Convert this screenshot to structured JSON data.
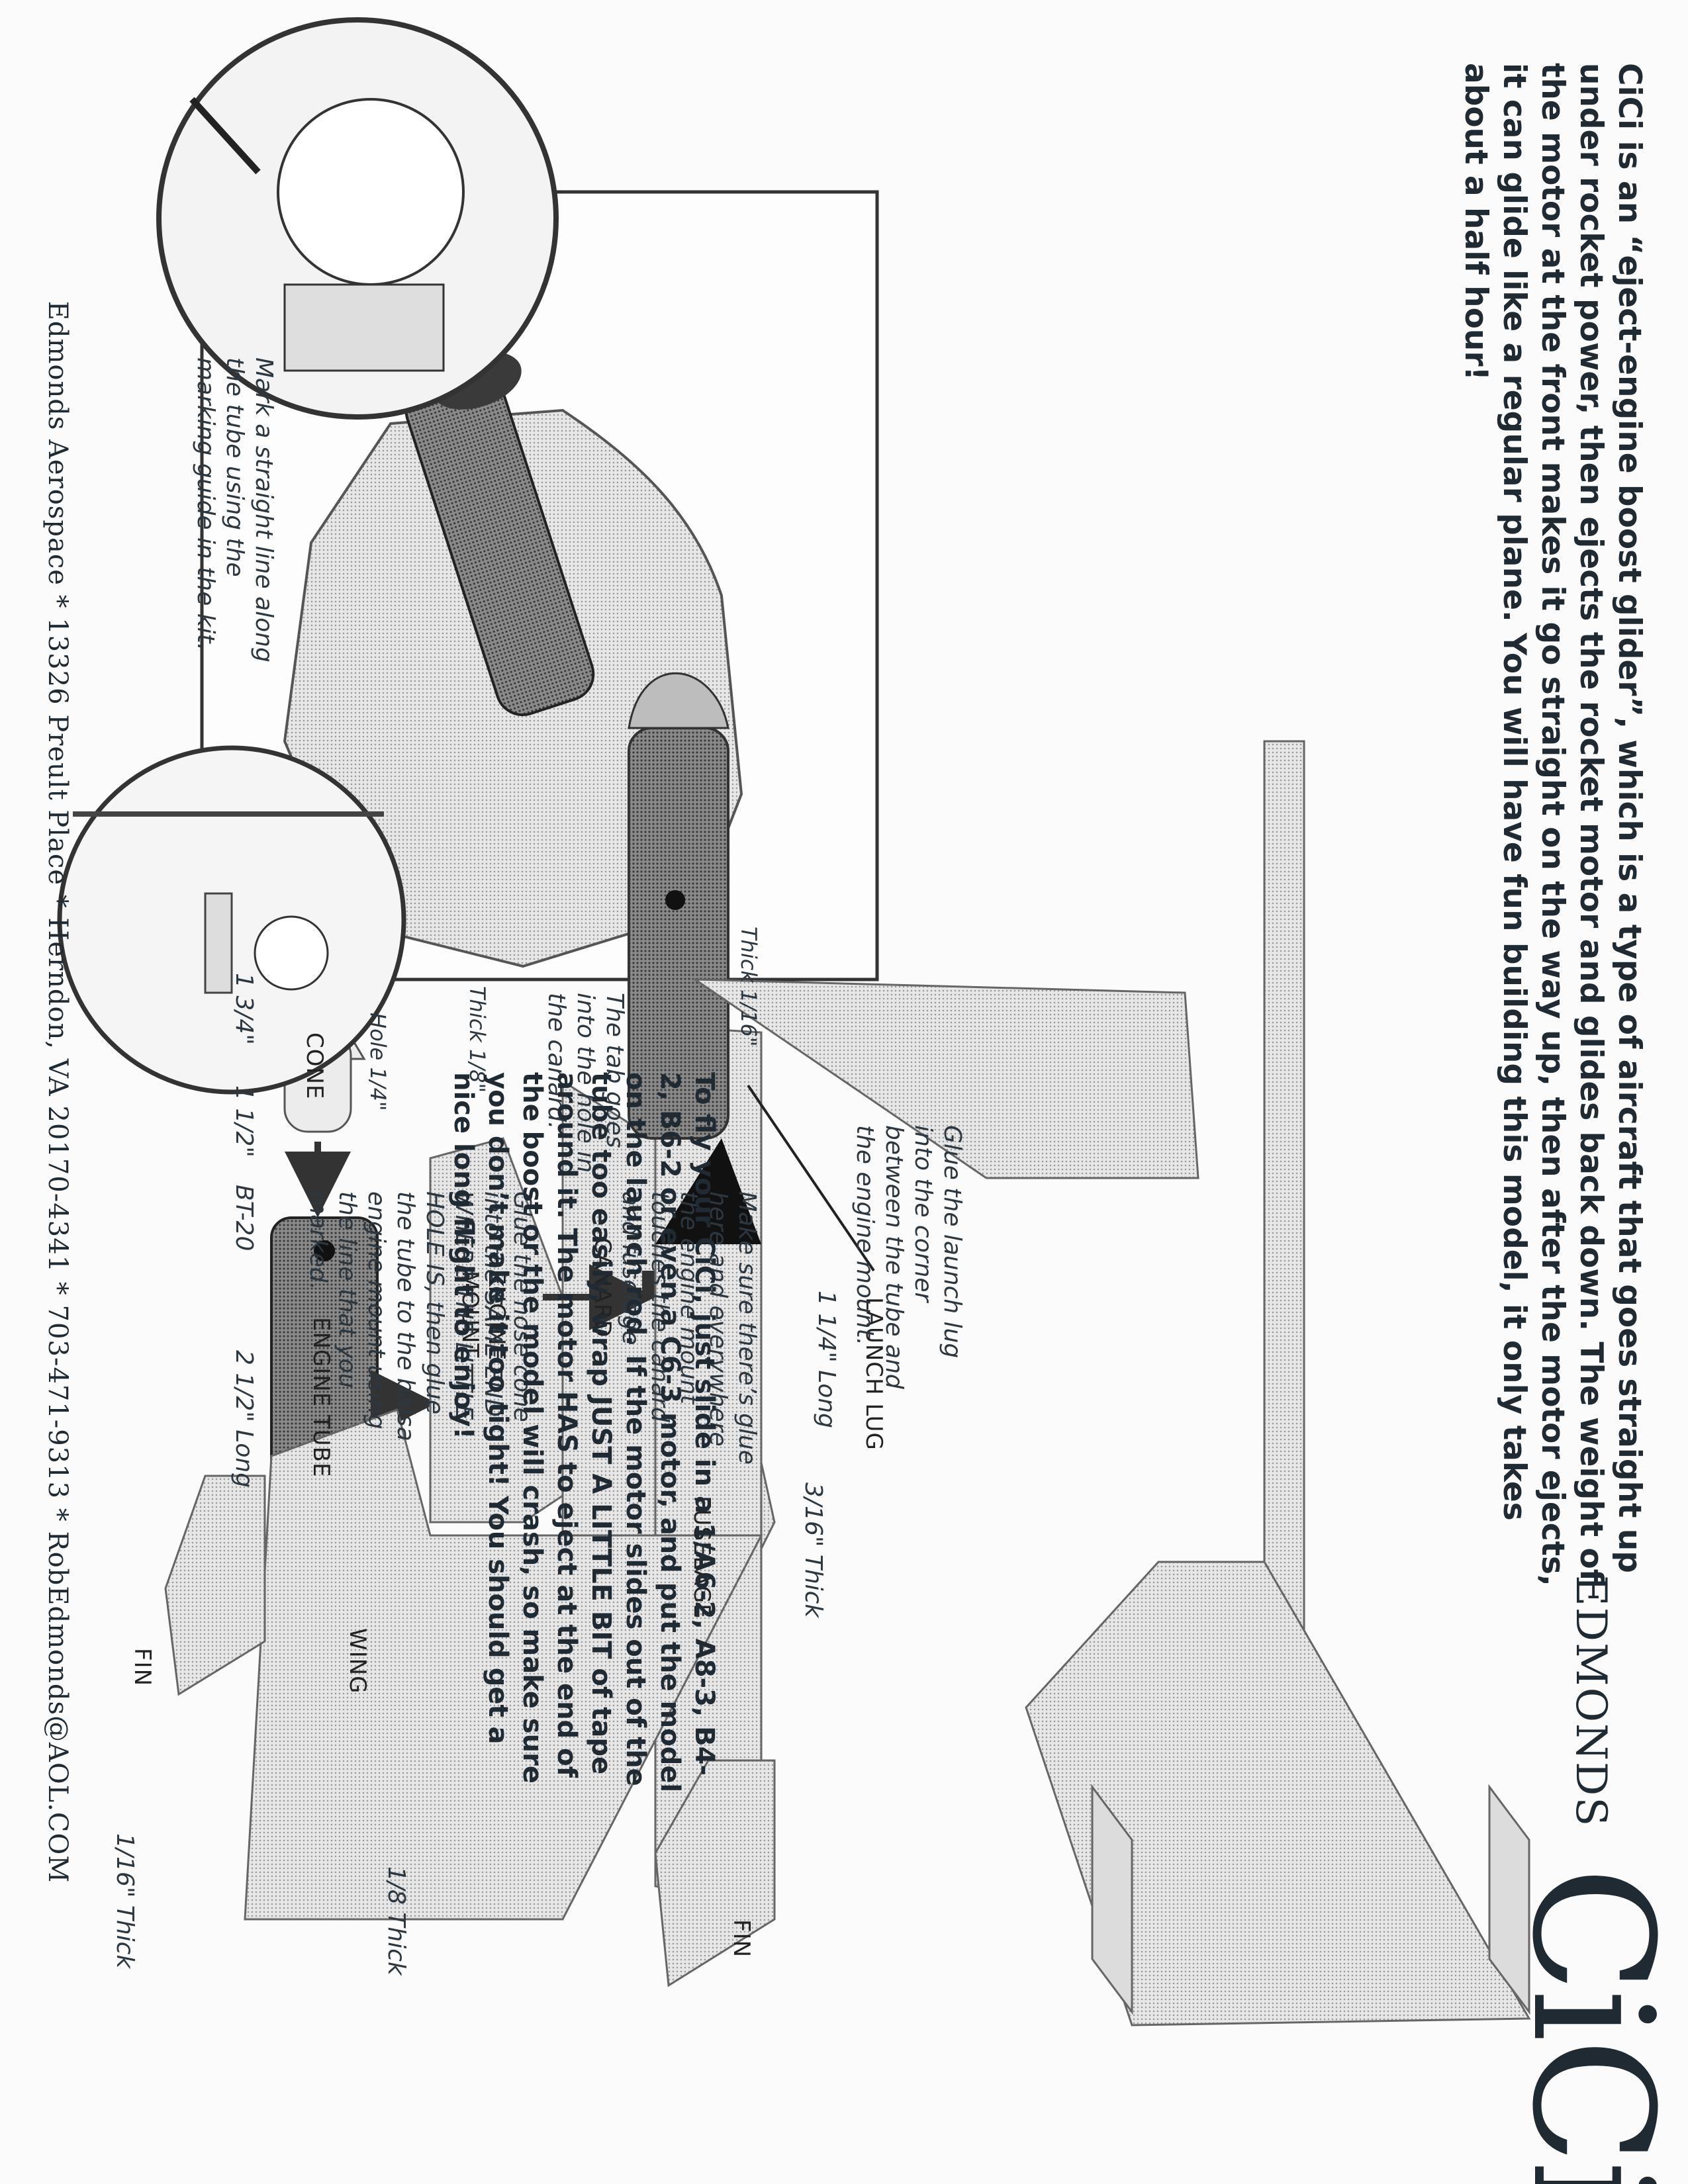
{
  "brand": {
    "company": "EDMONDS",
    "product": "CiCi"
  },
  "intro": "CiCi is an “eject-engine boost glider”, which is a type of aircraft that goes straight up under rocket power, then ejects the rocket motor and glides back down. The weight of the motor at the front makes it go straight on the way up, then after the motor ejects, it can glide like a regular plane. You will have fun building this model, it only takes about a half hour!",
  "marking_note": "Mark a straight line along the tube using the marking guide in the kit.",
  "parts": {
    "cone": "CONE",
    "engine_tube": "ENGINE TUBE",
    "engine_mount": "ENGINE MOUNT",
    "canard": "CANARD",
    "fuselage": "FUSELAGE",
    "wing": "WING",
    "fin_top": "FIN",
    "fin_bottom": "FIN",
    "launch_lug": "LAUNCH LUG"
  },
  "dimensions": {
    "cone_length": "1 3/4\"",
    "cone_dia": "1 1/2\"",
    "tube_size": "BT-20",
    "tube_length": "2 1/2\" Long",
    "hole": "Hole 1/4\"",
    "mount_thick": "Thick 1/8\"",
    "canard_thick": "Thick 1/16\"",
    "fuselage_thick": "3/16\" Thick",
    "fin_thick": "1/16\" Thick",
    "wing_thick": "1/8 Thick",
    "lug_length": "1 1/4\" Long"
  },
  "notes": {
    "tab": "The tab goes into the hole in the canard.",
    "nose_cone": "Glue the nose cone into the SAME END WHERE THE LITTLE HOLE IS, then glue the tube to the balsa engine mount using the line that you marked.",
    "glue_here": "Make sure there’s glue here and everywhere the engine mount touches the canard and fuselage",
    "launch_lug": "Glue the launch lug into the corner between the tube and the engine mount."
  },
  "fly": "To fly your CiCi, just slide in a 1/A6-2, A8-3, B4-2, B6-2 or even a C6-3 motor, and put the model on the launch rod. If the motor slides out of the tube too easily, wrap JUST A LITTLE BIT of tape around it. The motor HAS to eject at the end of the boost or the model will crash, so make sure you don’t make it too tight! You should get a nice long flight to enjoy!",
  "footer": "Edmonds Aerospace * 13326 Preult Place * Herndon, VA 20170-4341 * 703-471-9313 * RobEdmonds@AOL.COM"
}
